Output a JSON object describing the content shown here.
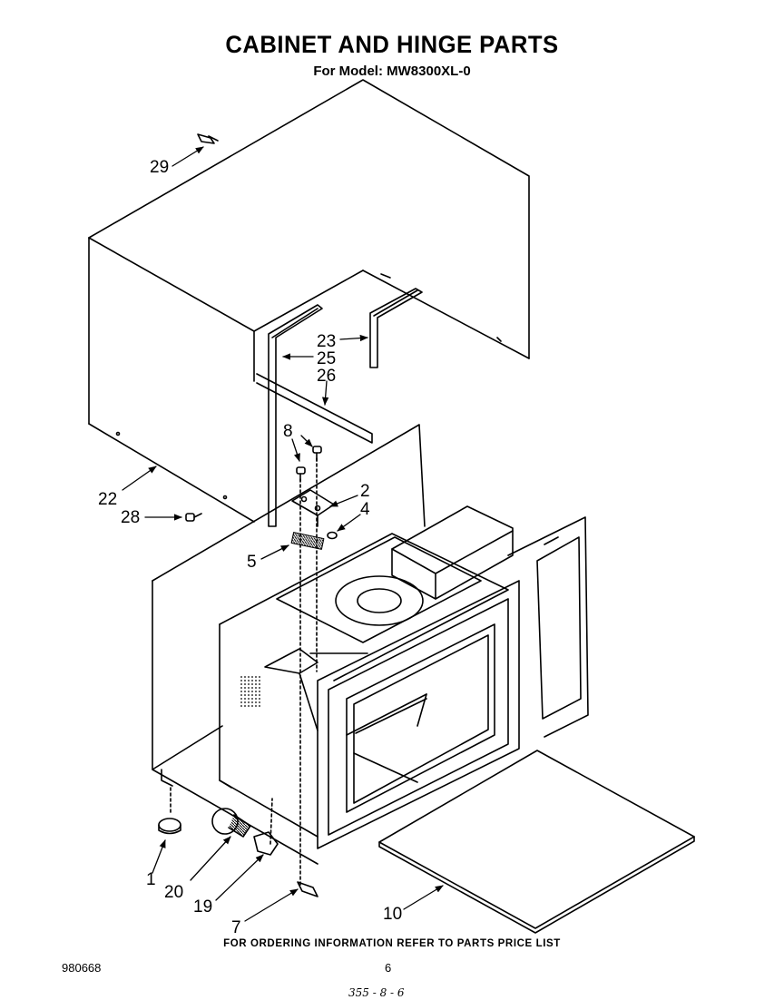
{
  "title": "CABINET AND HINGE PARTS",
  "subtitle": "For Model: MW8300XL-0",
  "footer_note": "FOR ORDERING INFORMATION REFER TO PARTS PRICE LIST",
  "document_number": "980668",
  "page_number": "6",
  "handwritten_note": "355 - 8 - 6",
  "part_labels": {
    "p29": "29",
    "p23": "23",
    "p25": "25",
    "p26": "26",
    "p8": "8",
    "p2": "2",
    "p4": "4",
    "p22": "22",
    "p28": "28",
    "p5": "5",
    "p1": "1",
    "p20": "20",
    "p19": "19",
    "p7": "7",
    "p10": "10"
  }
}
